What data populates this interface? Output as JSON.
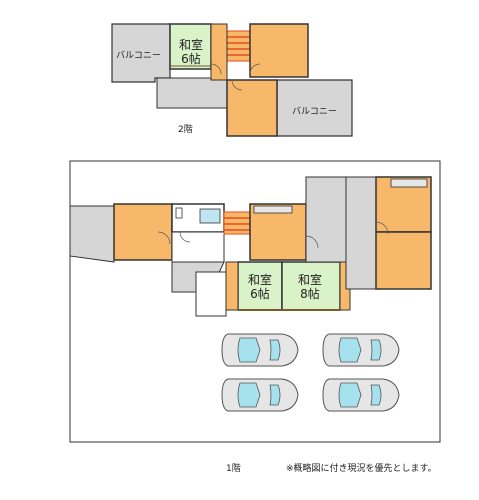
{
  "floor2": {
    "label": "2階",
    "balcony_left": "バルコニー",
    "balcony_right": "バルコニー",
    "washitsu": {
      "name": "和室",
      "size": "6帖"
    }
  },
  "floor1": {
    "label": "1階",
    "washitsu_6": {
      "name": "和室",
      "size": "6帖"
    },
    "washitsu_8": {
      "name": "和室",
      "size": "8帖"
    }
  },
  "note": "※概略図に付き現況を優先とします。",
  "colors": {
    "wood_floor": "#f7b86a",
    "tatami": "#d9f2c8",
    "balcony": "#d6d6d6",
    "wall": "#333333",
    "stairs": "#e84a1c",
    "car": "#e6e6e6",
    "car_window": "#a6e1ee"
  }
}
